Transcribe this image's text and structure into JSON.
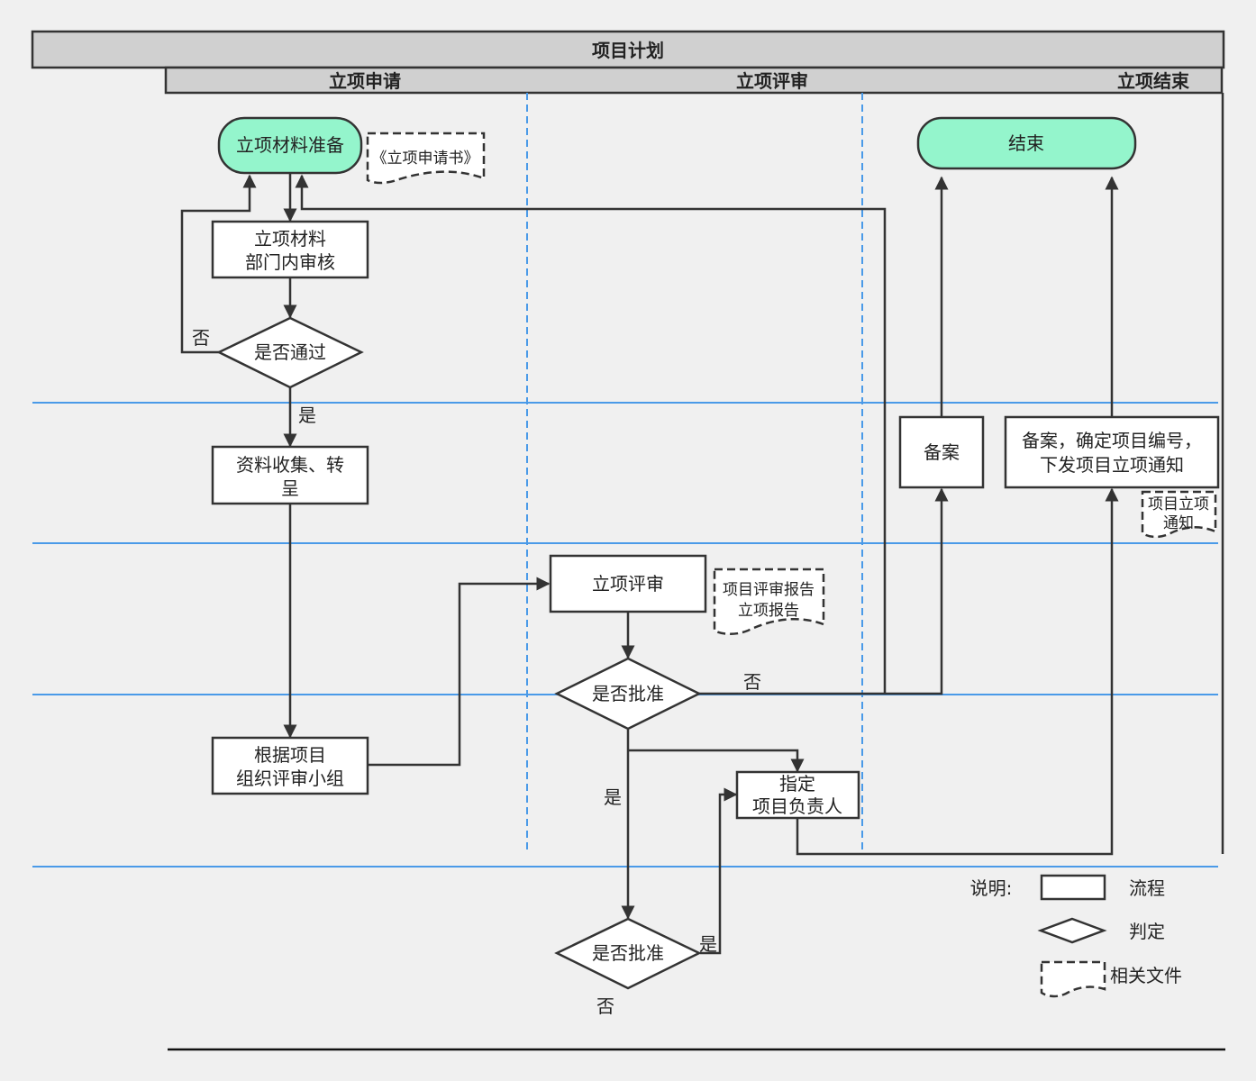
{
  "header": {
    "title": "项目计划",
    "phases": [
      "立项申请",
      "立项评审",
      "立项结束"
    ]
  },
  "nodes": {
    "prepare": "立项材料准备",
    "dept_review_l1": "立项材料",
    "dept_review_l2": "部门内审核",
    "pass_decision": "是否通过",
    "collect_l1": "资料收集、转",
    "collect_l2": "呈",
    "organize_l1": "根据项目",
    "organize_l2": "组织评审小组",
    "review": "立项评审",
    "approve_decision": "是否批准",
    "approve_decision_2": "是否批准",
    "assign_l1": "指定",
    "assign_l2": "项目负责人",
    "archive": "备案",
    "archive_notify_l1": "备案，确定项目编号，",
    "archive_notify_l2": "下发项目立项通知",
    "end": "结束"
  },
  "documents": {
    "application": "《立项申请书》",
    "review_report_l1": "项目评审报告",
    "review_report_l2": "立项报告",
    "notice_l1": "项目立项",
    "notice_l2": "通知"
  },
  "edge_labels": {
    "no_1": "否",
    "yes_1": "是",
    "no_2": "否",
    "yes_2": "是",
    "yes_3": "是",
    "no_3": "否"
  },
  "legend": {
    "title": "说明:",
    "process": "流程",
    "decision": "判定",
    "document": "相关文件"
  },
  "colors": {
    "terminal_fill": "#94f5cc",
    "header_fill": "#d0d0d0",
    "lane_line": "#4a9ae8",
    "background": "#f0f0f0"
  }
}
